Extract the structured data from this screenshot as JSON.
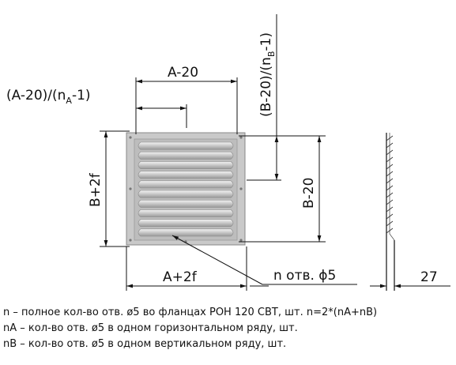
{
  "drawing": {
    "dim_top_width": "A-20",
    "dim_top_pitch_main": "(A-20)/(n",
    "dim_top_pitch_sub": "A",
    "dim_top_pitch_tail": "-1)",
    "dim_right_pitch_main": "(B-20)/(n",
    "dim_right_pitch_sub": "B",
    "dim_right_pitch_tail": "-1)",
    "dim_left_height": "B+2f",
    "dim_right_height": "B-20",
    "dim_bottom_width": "A+2f",
    "hole_callout": "n отв. ϕ5",
    "depth": "27",
    "louver_count": 10
  },
  "notes": [
    "n – полное кол-во отв. ø5 во фланцах РОН 120 СВТ, шт. n=2*(nA+nB)",
    "nA – кол-во отв. ø5 в одном горизонтальном ряду, шт.",
    "nB – кол-во отв. ø5 в одном вертикальном ряду, шт."
  ]
}
